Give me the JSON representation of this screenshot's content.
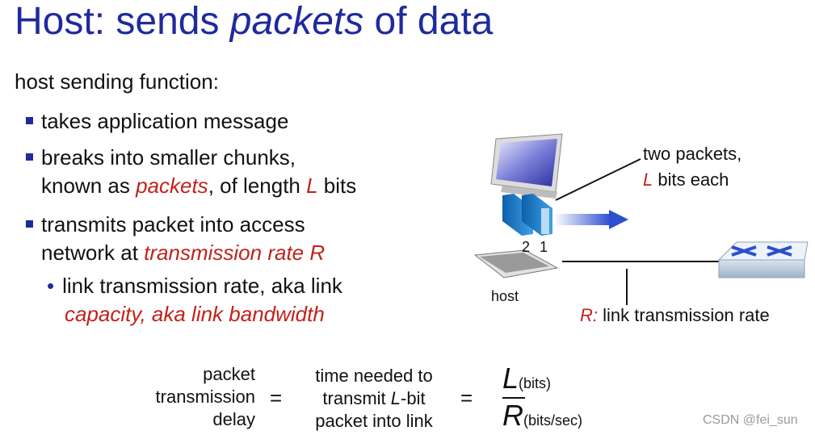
{
  "title": {
    "prefix": "Host: sends ",
    "italic": "packets",
    "suffix": " of data"
  },
  "intro": "host sending function:",
  "bullets": {
    "b1": "takes application message",
    "b2_line1": "breaks into smaller chunks,",
    "b2_a": "known as ",
    "b2_packets": "packets",
    "b2_b": ", of length ",
    "b2_L": "L",
    "b2_c": " bits",
    "b3_line1": "transmits packet into access",
    "b3_a": "network at ",
    "b3_rate": "transmission rate R"
  },
  "sub": {
    "line1": "link transmission rate, aka link",
    "line2": "capacity, aka link bandwidth"
  },
  "diagram": {
    "two_packets": "two packets,",
    "L": "L",
    "bits_each": " bits each",
    "num2": "2",
    "num1": "1",
    "host": "host",
    "R": "R:",
    "link_rate": " link transmission rate"
  },
  "formula": {
    "left1": "packet",
    "left2": "transmission",
    "left3": "delay",
    "eq": "=",
    "mid1": "time needed to",
    "mid2_a": "transmit ",
    "mid2_L": "L",
    "mid2_b": "-bit",
    "mid3": "packet into link",
    "L": "L",
    "L_unit": "(bits)",
    "R": "R",
    "R_unit": "(bits/sec)"
  },
  "watermark": "CSDN @fei_sun",
  "colors": {
    "title": "#1f2a9c",
    "highlight": "#c0221c",
    "arrow": "#2c4fd0"
  }
}
